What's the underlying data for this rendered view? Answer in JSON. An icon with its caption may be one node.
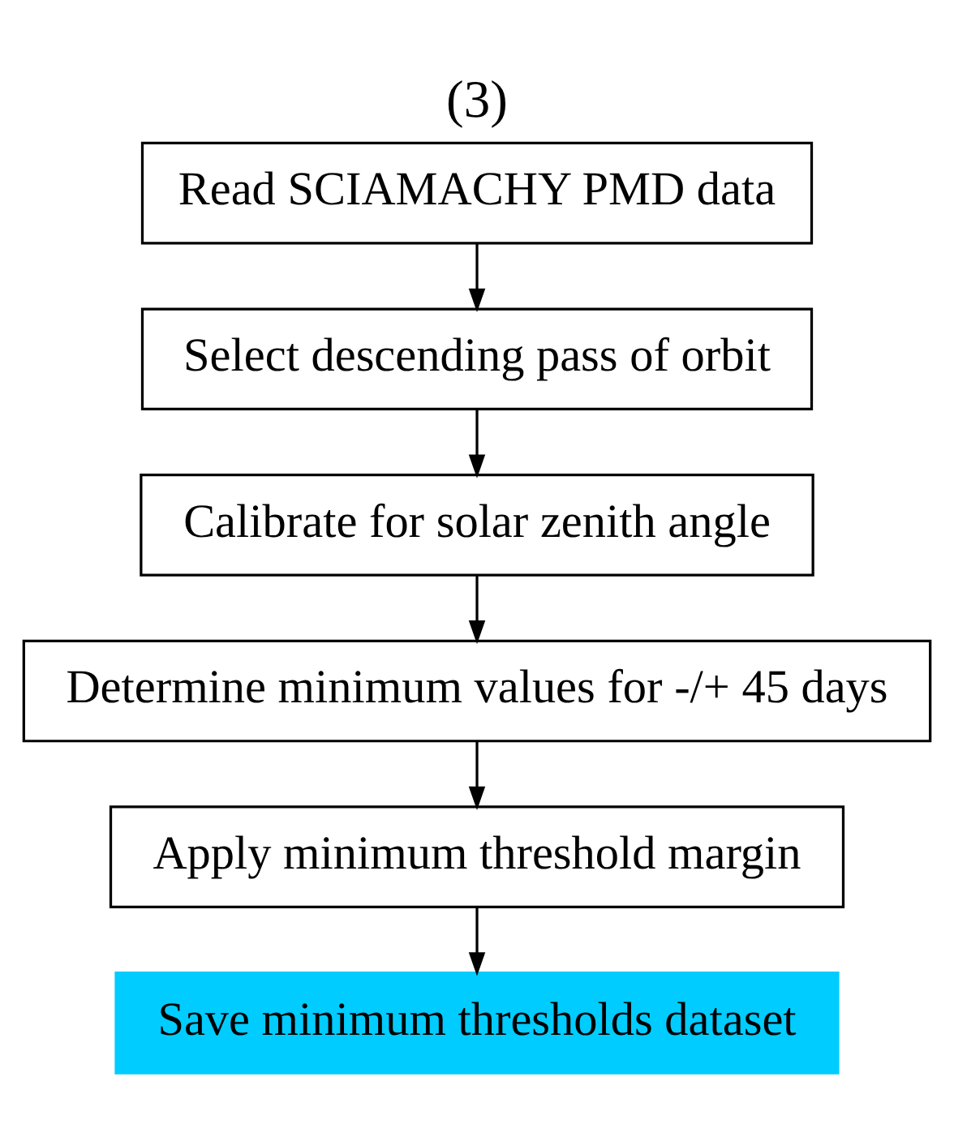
{
  "diagram": {
    "title": "(3)",
    "nodes": [
      {
        "text": [
          "Read SCIAMACHY PMD data"
        ]
      },
      {
        "text": [
          "Select descending pass of orbit"
        ]
      },
      {
        "text": [
          "Calibrate for solar zenith angle"
        ]
      },
      {
        "text": [
          "Determine minimum values for -/+ 45 days"
        ]
      },
      {
        "text": [
          "Apply minimum threshold margin"
        ]
      },
      {
        "text": [
          "Save minimum thresholds dataset"
        ]
      }
    ],
    "edges": [
      {
        "from": 0,
        "to": 1,
        "arrow": "to"
      },
      {
        "from": 1,
        "to": 2,
        "arrow": "to"
      },
      {
        "from": 2,
        "to": 3,
        "arrow": "to"
      },
      {
        "from": 3,
        "to": 4,
        "arrow": "to"
      },
      {
        "from": 4,
        "to": 5,
        "arrow": "to"
      }
    ]
  }
}
